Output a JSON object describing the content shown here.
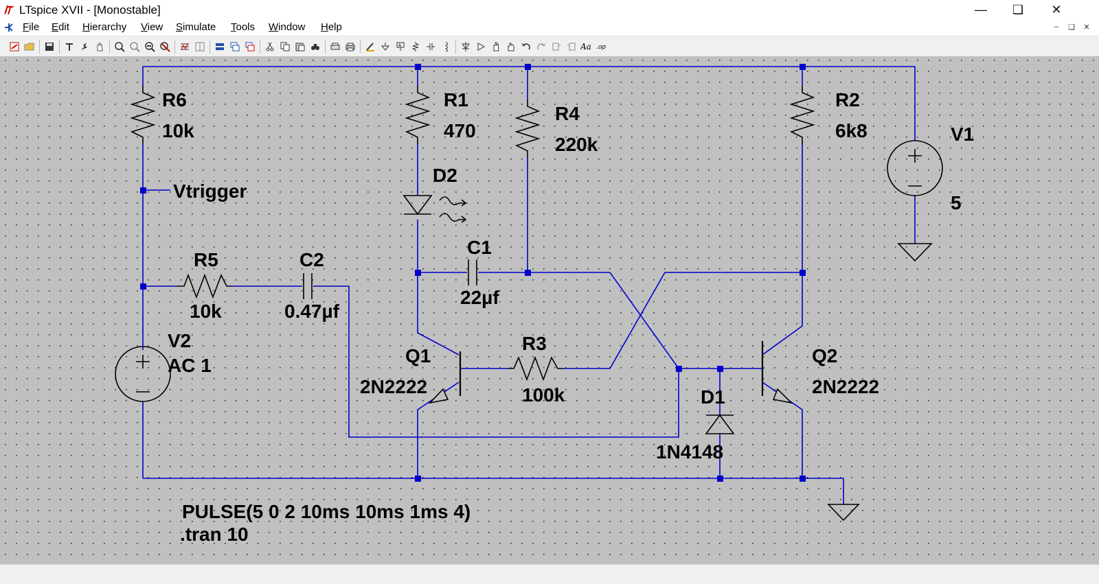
{
  "window": {
    "title": "LTspice XVII - [Monostable]"
  },
  "menu": {
    "items": [
      "File",
      "Edit",
      "Hierarchy",
      "View",
      "Simulate",
      "Tools",
      "Window",
      "Help"
    ]
  },
  "toolbar": {
    "icons": [
      "new-schematic-icon",
      "open-icon",
      "save-icon",
      "control-panel-icon",
      "run-icon",
      "halt-icon",
      "zoom-in-icon",
      "zoom-pan-icon",
      "zoom-out-icon",
      "zoom-fit-icon",
      "tile-horizontal-icon",
      "tile-vertical-icon",
      "cascade-icon",
      "window-icon",
      "window-2-icon",
      "cut-icon",
      "copy-icon",
      "paste-icon",
      "find-icon",
      "print-setup-icon",
      "print-icon",
      "wire-icon",
      "ground-icon",
      "label-net-icon",
      "resistor-icon",
      "capacitor-icon",
      "inductor-icon",
      "diode-icon",
      "component-icon",
      "move-icon",
      "drag-icon",
      "undo-icon",
      "redo-icon",
      "rotate-icon",
      "mirror-icon",
      "text-icon",
      "spice-directive-icon"
    ]
  },
  "schematic": {
    "components": {
      "R6": {
        "name": "R6",
        "value": "10k"
      },
      "R1": {
        "name": "R1",
        "value": "470"
      },
      "R4": {
        "name": "R4",
        "value": "220k"
      },
      "R2": {
        "name": "R2",
        "value": "6k8"
      },
      "V1": {
        "name": "V1",
        "value": "5"
      },
      "D2": {
        "name": "D2"
      },
      "C1": {
        "name": "C1",
        "value": "22µf"
      },
      "R5": {
        "name": "R5",
        "value": "10k"
      },
      "C2": {
        "name": "C2",
        "value": "0.47µf"
      },
      "V2": {
        "name": "V2",
        "value": "AC 1"
      },
      "Q1": {
        "name": "Q1",
        "value": "2N2222"
      },
      "R3": {
        "name": "R3",
        "value": "100k"
      },
      "Q2": {
        "name": "Q2",
        "value": "2N2222"
      },
      "D1": {
        "name": "D1",
        "value": "1N4148"
      }
    },
    "net_label": "Vtrigger",
    "directives": {
      "pulse": "PULSE(5 0 2 10ms 10ms 1ms 4)",
      "tran": ".tran 10"
    }
  },
  "colors": {
    "wire": "#0000cd",
    "background": "#c0c0c0",
    "text": "#000000"
  }
}
